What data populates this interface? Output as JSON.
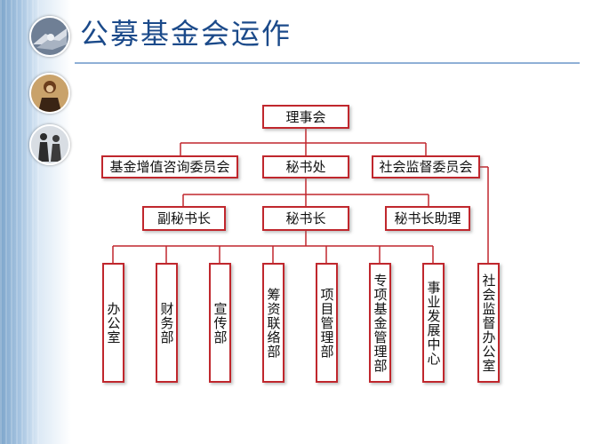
{
  "slide": {
    "title": "公募基金会运作"
  },
  "org_chart": {
    "top": "理事会",
    "level2": [
      "基金增值咨询委员会",
      "秘书处",
      "社会监督委员会"
    ],
    "level3": [
      "副秘书长",
      "秘书长",
      "秘书长助理"
    ],
    "departments": [
      "办公室",
      "财务部",
      "宣传部",
      "筹资联络部",
      "项目管理部",
      "专项基金管理部",
      "事业发展中心",
      "社会监督办公室"
    ]
  },
  "colors": {
    "title": "#1b4a8a",
    "box_border": "#c0272d",
    "connector": "#c0272d",
    "rule": "#8fb0d6"
  },
  "icons": [
    "handshake-photo",
    "business-people-photo",
    "team-photo"
  ]
}
